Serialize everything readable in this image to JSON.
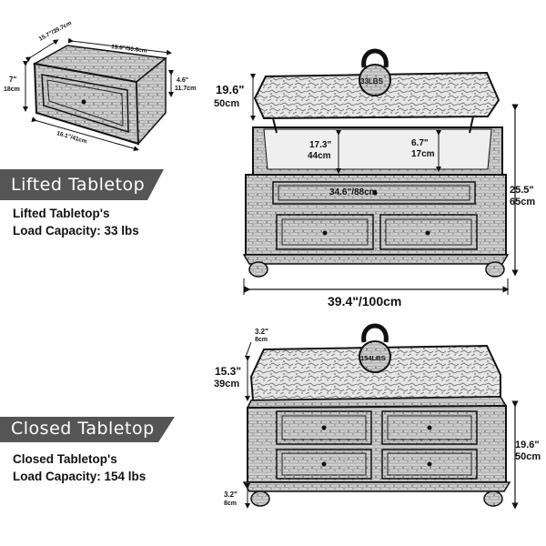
{
  "drawer": {
    "depth": "15.7\"/39.7cm",
    "width": "19.6\"/50.8cm",
    "height_in": "7\"",
    "height_cm": "18cm",
    "inner_in": "4.6\"",
    "inner_cm": "11.7cm",
    "length": "16.1\"/41cm"
  },
  "lifted": {
    "title": "Lifted Tabletop",
    "capacity_line1": "Lifted Tabletop's",
    "capacity_line2": "Load Capacity: 33 lbs",
    "weight": "33LBS",
    "top_depth_in": "19.6\"",
    "top_depth_cm": "50cm",
    "storage_w_in": "17.3\"",
    "storage_w_cm": "44cm",
    "storage_h_in": "6.7\"",
    "storage_h_cm": "17cm",
    "storage_len": "34.6\"/88cm",
    "height_in": "25.5\"",
    "height_cm": "65cm",
    "width": "39.4\"/100cm"
  },
  "closed": {
    "title": "Closed Tabletop",
    "capacity_line1": "Closed Tabletop's",
    "capacity_line2": "Load Capacity:  154 lbs",
    "weight": "154LBS",
    "thick_in": "3.2\"",
    "thick_cm": "8cm",
    "top_depth_in": "15.3\"",
    "top_depth_cm": "39cm",
    "height_in": "19.6\"",
    "height_cm": "50cm",
    "foot_in": "3.2\"",
    "foot_cm": "8cm"
  },
  "colors": {
    "banner": "#555555",
    "line": "#111111",
    "fill": "#d8d8d8"
  }
}
